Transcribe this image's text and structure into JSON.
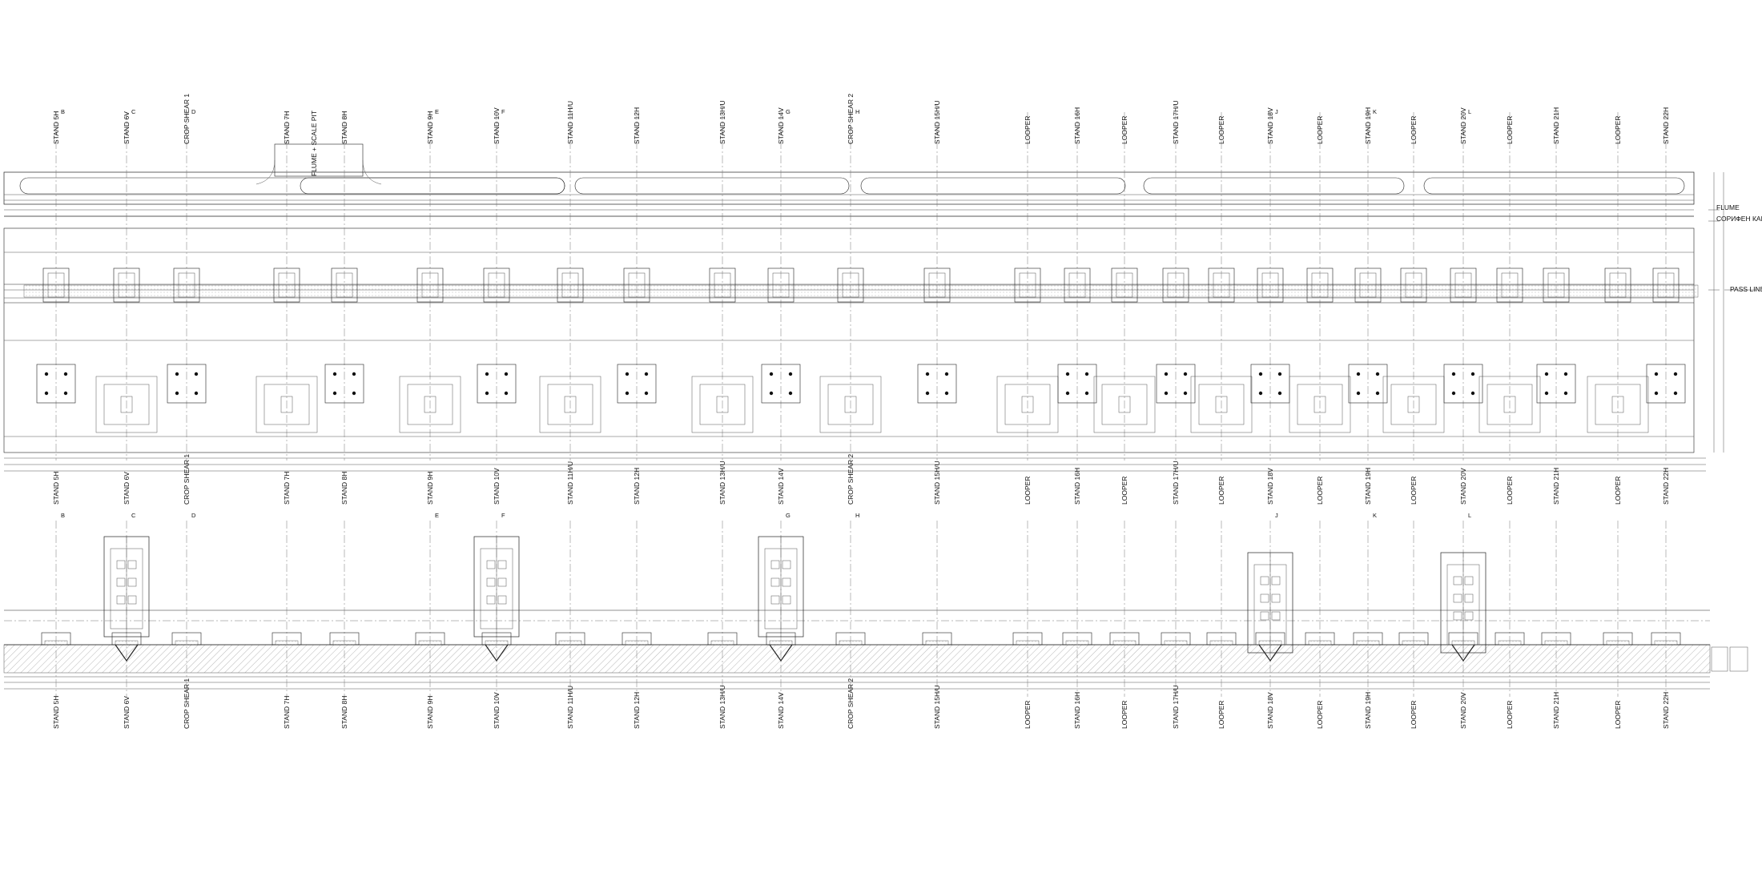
{
  "plan": {
    "labels": [
      "FLUME",
      "СОРИФЕН КАНАЛ",
      "PASS LINE"
    ],
    "flume_pit_label": "FLUME + SCALE PIT"
  },
  "axes": [
    {
      "label": "STAND 5H",
      "letter": "B"
    },
    {
      "label": "STAND 6V",
      "letter": "C"
    },
    {
      "label": "CROP SHEAR 1",
      "letter": "D"
    },
    {
      "label": "STAND 7H",
      "letter": ""
    },
    {
      "label": "STAND 8H",
      "letter": ""
    },
    {
      "label": "STAND 9H",
      "letter": "E"
    },
    {
      "label": "STAND 10V",
      "letter": "F"
    },
    {
      "label": "STAND 11H/U",
      "letter": ""
    },
    {
      "label": "STAND 12H",
      "letter": ""
    },
    {
      "label": "STAND 13H/U",
      "letter": ""
    },
    {
      "label": "STAND 14V",
      "letter": "G"
    },
    {
      "label": "CROP SHEAR 2",
      "letter": "H"
    },
    {
      "label": "STAND 15H/U",
      "letter": ""
    },
    {
      "label": "LOOPER",
      "letter": ""
    },
    {
      "label": "STAND 16H",
      "letter": ""
    },
    {
      "label": "LOOPER",
      "letter": ""
    },
    {
      "label": "STAND 17H/U",
      "letter": ""
    },
    {
      "label": "LOOPER",
      "letter": ""
    },
    {
      "label": "STAND 18V",
      "letter": "J"
    },
    {
      "label": "LOOPER",
      "letter": ""
    },
    {
      "label": "STAND 19H",
      "letter": "K"
    },
    {
      "label": "LOOPER",
      "letter": ""
    },
    {
      "label": "STAND 20V",
      "letter": "L"
    },
    {
      "label": "LOOPER",
      "letter": ""
    },
    {
      "label": "STAND 21H",
      "letter": ""
    },
    {
      "label": "LOOPER",
      "letter": ""
    },
    {
      "label": "STAND 22H",
      "letter": ""
    }
  ]
}
